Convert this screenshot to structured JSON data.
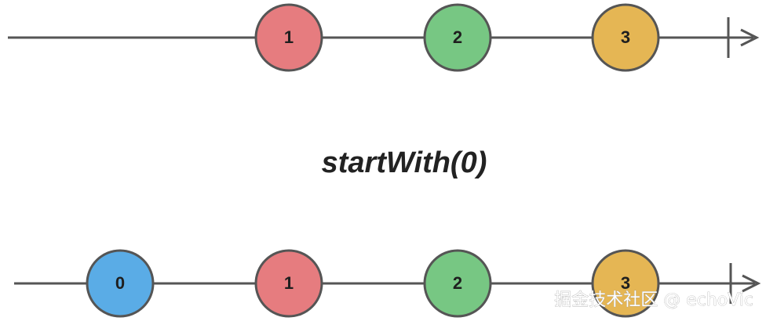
{
  "operator": {
    "label": "startWith(0)"
  },
  "input_timeline": {
    "marbles": [
      {
        "label": "1",
        "color": "#e67c7f"
      },
      {
        "label": "2",
        "color": "#77c783"
      },
      {
        "label": "3",
        "color": "#e5b654"
      }
    ]
  },
  "output_timeline": {
    "marbles": [
      {
        "label": "0",
        "color": "#5aace6"
      },
      {
        "label": "1",
        "color": "#e67c7f"
      },
      {
        "label": "2",
        "color": "#77c783"
      },
      {
        "label": "3",
        "color": "#e5b654"
      }
    ]
  },
  "watermark": {
    "text": "掘金技术社区 @ echoVic"
  }
}
